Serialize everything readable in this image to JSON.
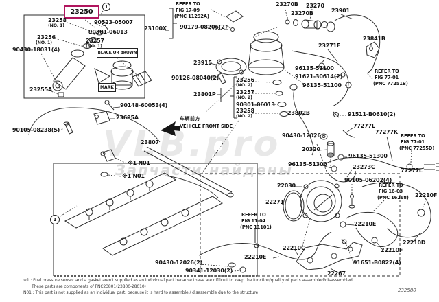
{
  "diagram_code": "232580",
  "watermark": {
    "logo": "VLB.pro",
    "text": "Запчасти найдены"
  },
  "front_side": {
    "cn": "车辆前方",
    "en": "VEHICLE FRONT SIDE"
  },
  "callouts": {
    "one": "1"
  },
  "labels": {
    "inset": {
      "main": "23250",
      "p23258": "23258",
      "p23258_no": "(NO. 1)",
      "p90523": "90523-05007",
      "p90301": "90301-06013",
      "p23257": "23257",
      "p23257_no": "(NO. 1)",
      "p23256": "23256",
      "p23256_no": "(NO. 1)",
      "p90430_18031": "90430-18031(4)",
      "p23255A": "23255A",
      "tag_color": "BLACK OR BROWN",
      "tag_mark": "MARK"
    },
    "top": {
      "refer1709_l1": "REFER TO",
      "refer1709_l2": "FIG 17-09",
      "refer1709_l3": "(PNC 11292A)",
      "p23100X": "23100X",
      "p90179": "90179-08206(2)",
      "p23915": "23915",
      "p90126": "90126-08040(2)",
      "p23801P": "23801P",
      "p23256": "23256",
      "p23256_no": "(NO. 2)",
      "p23257": "23257",
      "p23257_no": "(NO. 2)",
      "p90301": "90301-06013",
      "p23258": "23258",
      "p23258_no": "(NO. 2)"
    },
    "right_top": {
      "p23270B_1": "23270B",
      "p23270": "23270",
      "p23270B_2": "23270B",
      "p23901": "23901",
      "p23841B": "23841B",
      "p23271F": "23271F",
      "p96135_1": "96135-51100",
      "p91621": "91621-30614(2)",
      "p96135_2": "96135-51100",
      "refer7701a_l1": "REFER TO",
      "refer7701a_l2": "FIG 77-01",
      "refer7701a_l3": "(PNC 77251B)"
    },
    "right_mid": {
      "p23802B": "23802B",
      "p91511": "91511-B0610(2)",
      "p77277L_1": "77277L",
      "p77277K": "77277K",
      "refer7701b_l1": "REFER TO",
      "refer7701b_l2": "FIG 77-01",
      "refer7701b_l3": "(PNC 77255D)",
      "p90430_12026": "90430-12026",
      "p20320": "20320",
      "p96135_3": "96135-51300",
      "p23273C": "23273C",
      "p96135_4": "96135-51300",
      "p77277L_2": "77277L"
    },
    "bottom_right": {
      "p22030": "22030",
      "p90105_06202": "90105-06202(4)",
      "refer1603_l1": "REFER TO",
      "refer1603_l2": "FIG 16-03",
      "refer1603_l3": "(PNC 16268)",
      "p22210F_1": "22210F",
      "p22271": "22271",
      "p22210E_1": "22210E",
      "p22210D": "22210D",
      "p22210F_2": "22210F",
      "p22210C": "22210C",
      "p22210E_2": "22210E",
      "p91651": "91651-B0822(4)",
      "p22267": "22267",
      "refer1104_l1": "REFER TO",
      "refer1104_l2": "FIG 11-04",
      "refer1104_l3": "(PNC 11101)"
    },
    "left": {
      "p90148": "90148-60053(4)",
      "p23695A": "23695A",
      "p90105_08238": "90105-08238(5)",
      "p23807": "23807",
      "n01_1": "※1 N01",
      "n01_2": "※1 N01",
      "p90430_bottom": "90430-12026(2)",
      "p90341": "90341-12030(2)"
    }
  },
  "footnotes": {
    "line1": "※1 : Fuel pressure sensor and a gasket aren't supplied as an individual part because these are difficult to keep the function/quality of parts assembled/disassembled.",
    "line2": "These parts are components of PNC23801(23800-28010)",
    "line3": "N01 : This part is not supplied as an individual part, because it is hard to assemble / disassemble due to the structure"
  }
}
